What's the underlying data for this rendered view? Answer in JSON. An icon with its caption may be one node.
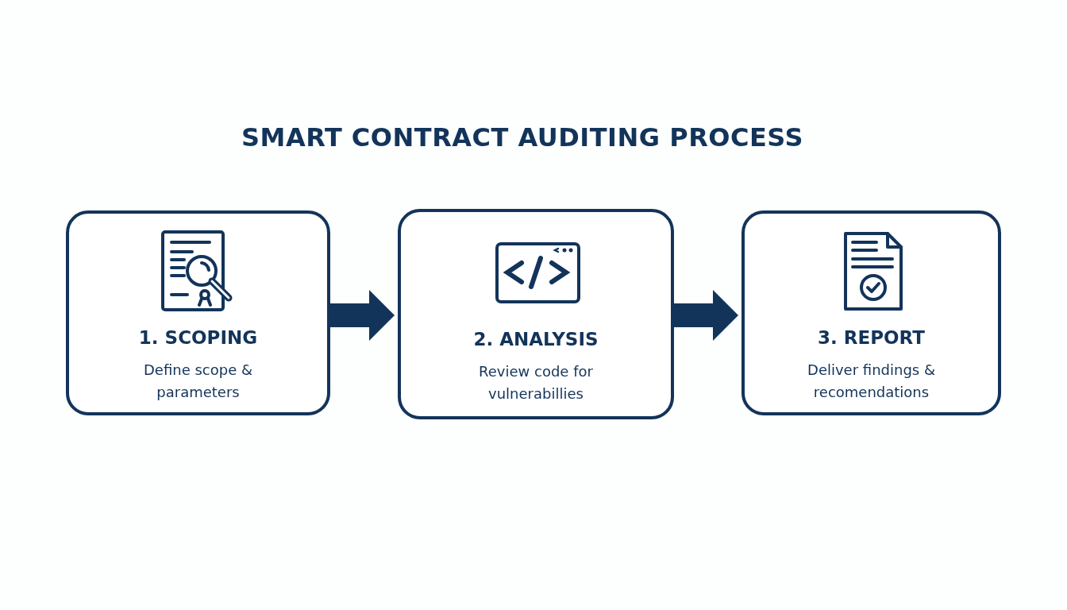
{
  "diagram": {
    "title": "SMART CONTRACT AUDITING PROCESS",
    "nodes": [
      {
        "text": [
          "1. SCOPING",
          "Define scope & parameters"
        ]
      },
      {
        "text": [
          "2. ANALYSIS",
          "Review code for vulnerabillies"
        ]
      },
      {
        "text": [
          "3. REPORT",
          "Deliver findings & recomendations"
        ]
      }
    ],
    "edges": [
      {
        "from": 0,
        "to": 1,
        "arrow": "to"
      },
      {
        "from": 1,
        "to": 2,
        "arrow": "to"
      }
    ]
  }
}
